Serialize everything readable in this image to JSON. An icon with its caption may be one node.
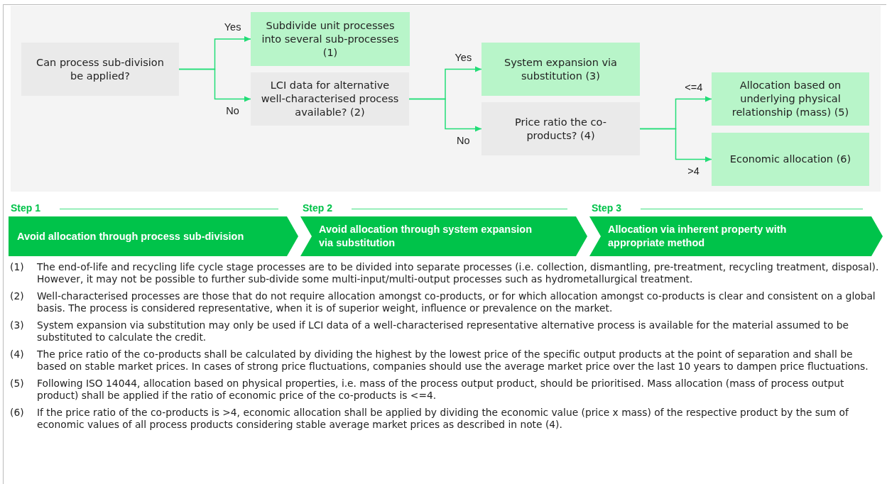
{
  "diagram": {
    "nodes": [
      {
        "text": [
          "Can process sub-division be applied?"
        ]
      },
      {
        "text": [
          "Subdivide unit processes into several sub-processes (1)"
        ]
      },
      {
        "text": [
          "LCI data for alternative well-characterised process available? (2)"
        ]
      },
      {
        "text": [
          "System expansion via substitution (3)"
        ]
      },
      {
        "text": [
          "Price ratio the co-products? (4)"
        ]
      },
      {
        "text": [
          "Allocation based on underlying physical relationship (mass) (5)"
        ]
      },
      {
        "text": [
          "Economic allocation (6)"
        ]
      },
      {
        "text": [
          "Step 1",
          "Avoid allocation through process sub-division"
        ]
      },
      {
        "text": [
          "Step 2",
          "Avoid allocation through system expansion via substitution"
        ]
      },
      {
        "text": [
          "Step 3",
          "Allocation via inherent property with appropriate method"
        ]
      }
    ],
    "edges": [
      {
        "from": 0,
        "to": 1,
        "arrow": "to",
        "label": "Yes"
      },
      {
        "from": 0,
        "to": 2,
        "arrow": "to",
        "label": "No"
      },
      {
        "from": 2,
        "to": 3,
        "arrow": "to",
        "label": "Yes"
      },
      {
        "from": 2,
        "to": 4,
        "arrow": "to",
        "label": "No"
      },
      {
        "from": 4,
        "to": 5,
        "arrow": "to",
        "label": "<=4"
      },
      {
        "from": 4,
        "to": 6,
        "arrow": "to",
        "label": ">4"
      }
    ],
    "labels": [
      "(1)",
      "The end-of-life and recycling life cycle stage processes are to be divided into separate processes (i.e. collection, dismantling, pre-treatment, recycling treatment, disposal). However, it may not be possible to further sub-divide some multi-input/multi-output processes such as hydrometallurgical treatment.",
      "(2)",
      "Well-characterised processes are those that do not require allocation amongst co-products, or for which allocation amongst co-products is clear and consistent on a global basis. The process is considered representative, when it is of superior weight, influence or prevalence on the market.",
      "(3)",
      "System expansion via substitution may only be used if LCI data of a well-characterised representative alternative process is available for the material assumed to be substituted to calculate the credit.",
      "(4)",
      "The price ratio of the co-products shall be calculated by dividing the highest by the lowest price of the specific output products at the point of separation and shall be based on stable market prices. In cases of strong price fluctuations, companies should use the average market price over the last 10 years to dampen price fluctuations.",
      "(5)",
      "Following ISO 14044, allocation based on physical properties, i.e. mass of the process output product, should be prioritised. Mass allocation (mass of process output product) shall be applied if the ratio of economic price of the co-products is <=4.",
      "(6)",
      "If the price ratio of the co-products is >4, economic allocation shall be applied by dividing the economic value (price x mass) of the respective product by the sum of economic values of all process products considering stable average market prices as described in note (4)."
    ]
  }
}
